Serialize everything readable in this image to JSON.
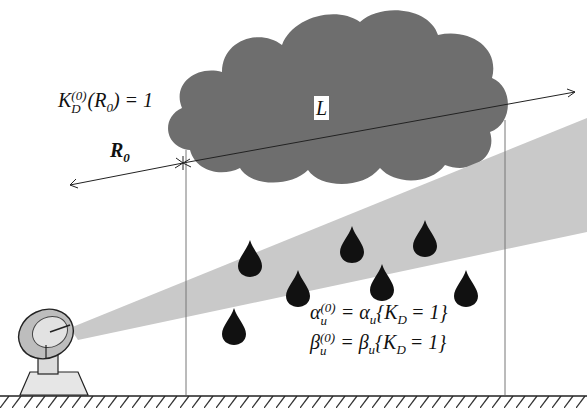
{
  "diagram": {
    "labels": [
      "K",
      "D",
      "(0)",
      "(R",
      "0",
      ") = 1",
      "R",
      "0",
      "L",
      "α",
      "u",
      "(0)",
      "= α",
      "u",
      "{K",
      "D",
      "= 1}",
      "β",
      "u",
      "(0)",
      "= β",
      "u",
      "{K",
      "D",
      "= 1}"
    ]
  }
}
